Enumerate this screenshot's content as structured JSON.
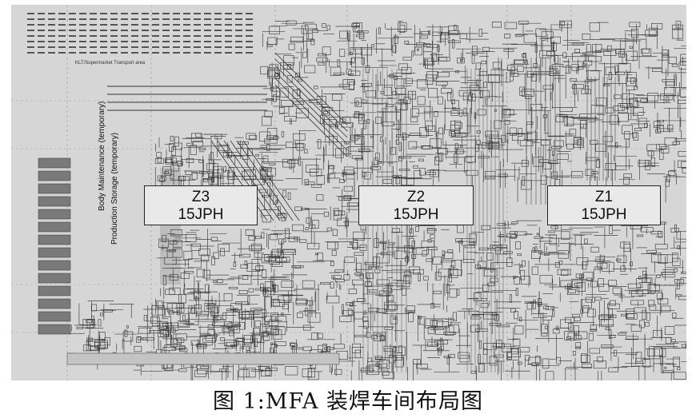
{
  "zones": [
    {
      "id": "z3",
      "name": "Z3",
      "rate": "15JPH"
    },
    {
      "id": "z2",
      "name": "Z2",
      "rate": "15JPH"
    },
    {
      "id": "z1",
      "name": "Z1",
      "rate": "15JPH"
    }
  ],
  "area_labels": {
    "body_maintenance": "Body Maintenance (temporary)",
    "production_storage": "Production Storage (temporary)",
    "small_top": "KLT/Supermarket Transport area"
  },
  "caption": "图 1:MFA 装焊车间布局图"
}
